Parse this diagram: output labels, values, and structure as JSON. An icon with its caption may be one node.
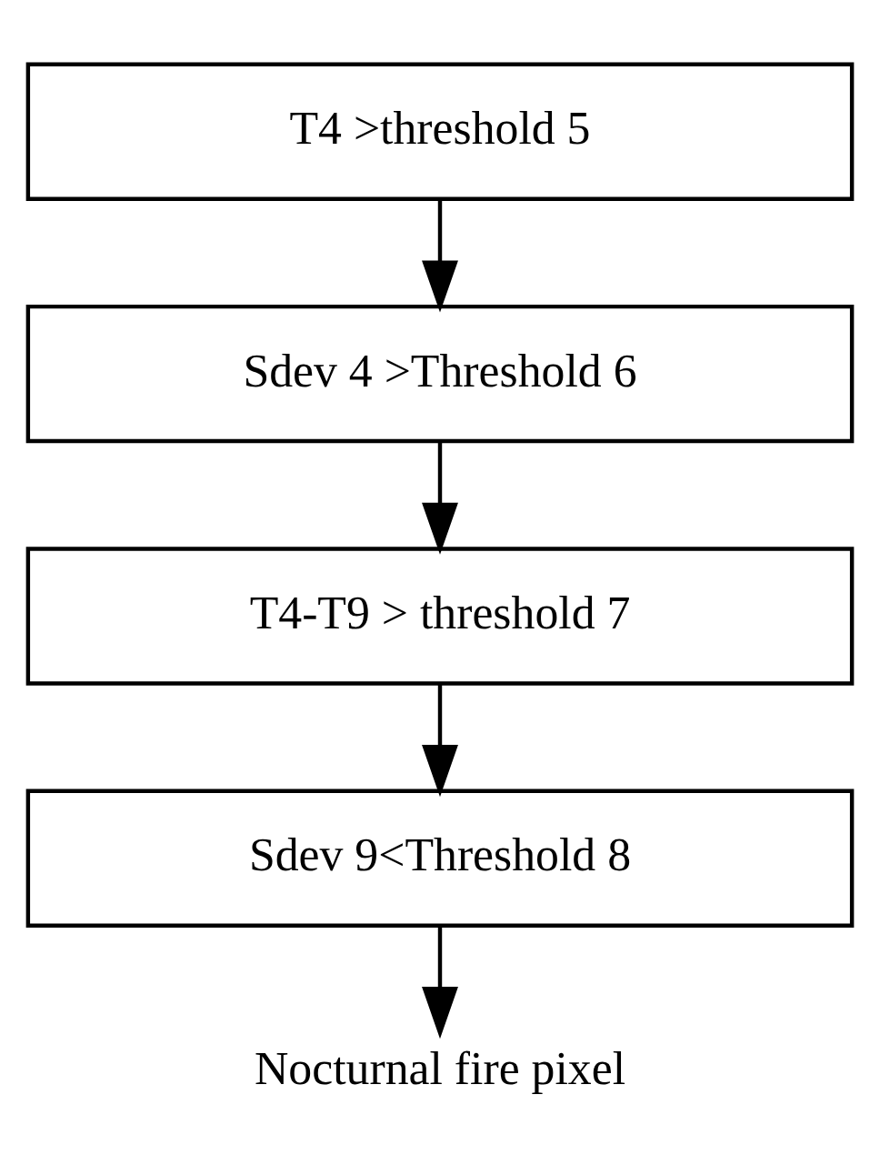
{
  "diagram": {
    "nodes": [
      {
        "text": [
          "T4 >threshold 5"
        ]
      },
      {
        "text": [
          "Sdev 4 >Threshold 6"
        ]
      },
      {
        "text": [
          "T4-T9 > threshold 7"
        ]
      },
      {
        "text": [
          "Sdev 9<Threshold 8"
        ]
      },
      {
        "text": [
          "Nocturnal fire pixel"
        ]
      }
    ],
    "edges": [
      {
        "from": 0,
        "to": 1,
        "arrow": "to"
      },
      {
        "from": 1,
        "to": 2,
        "arrow": "to"
      },
      {
        "from": 2,
        "to": 3,
        "arrow": "to"
      },
      {
        "from": 3,
        "to": 4,
        "arrow": "to"
      }
    ]
  }
}
